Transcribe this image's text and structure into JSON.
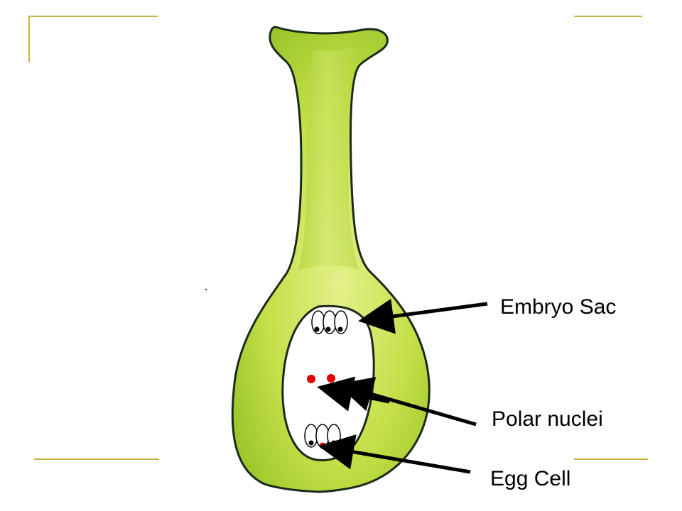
{
  "slide": {
    "accent_color": "#c8b43c",
    "ovary_color": "#b8d93a",
    "nucleus_color": "#e00000"
  },
  "labels": {
    "embryo_sac": "Embryo Sac",
    "polar_nuclei": "Polar nuclei",
    "egg_cell": "Egg Cell"
  }
}
